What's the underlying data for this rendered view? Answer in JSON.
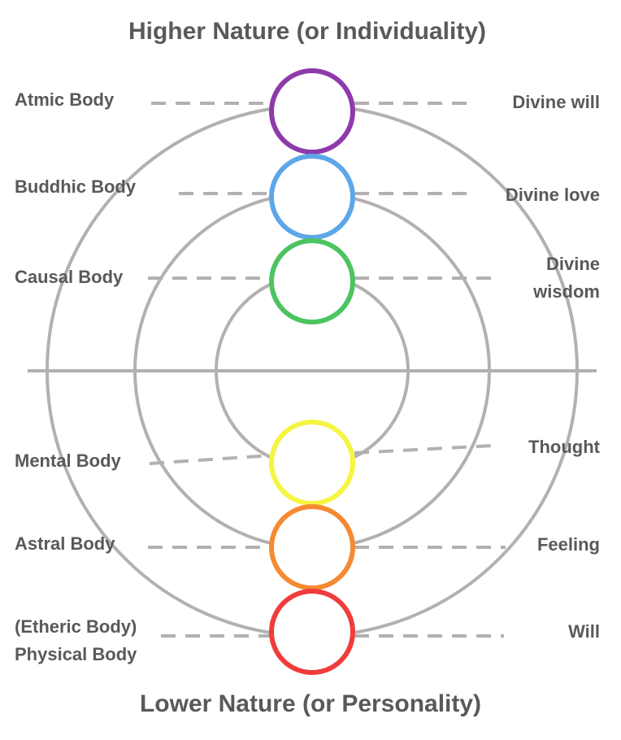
{
  "title_top": "Higher Nature (or Individuality)",
  "title_bottom": "Lower Nature (or Personality)",
  "left_labels": {
    "atmic": "Atmic Body",
    "buddhic": "Buddhic Body",
    "causal": "Causal Body",
    "mental": "Mental Body",
    "astral": "Astral Body",
    "etheric": "(Etheric Body)",
    "physical": "Physical Body"
  },
  "right_labels": {
    "will_divine": "Divine will",
    "love": "Divine love",
    "wisdom_line1": "Divine",
    "wisdom_line2": "wisdom",
    "thought": "Thought",
    "feeling": "Feeling",
    "will": "Will"
  },
  "colors": {
    "text": "#595959",
    "ring": "#b3b0b1",
    "atmic": "#8e3aab",
    "buddhic": "#5ca7e8",
    "causal": "#4cc461",
    "mental": "#f5f542",
    "astral": "#f58a32",
    "physical": "#f03c3c"
  }
}
